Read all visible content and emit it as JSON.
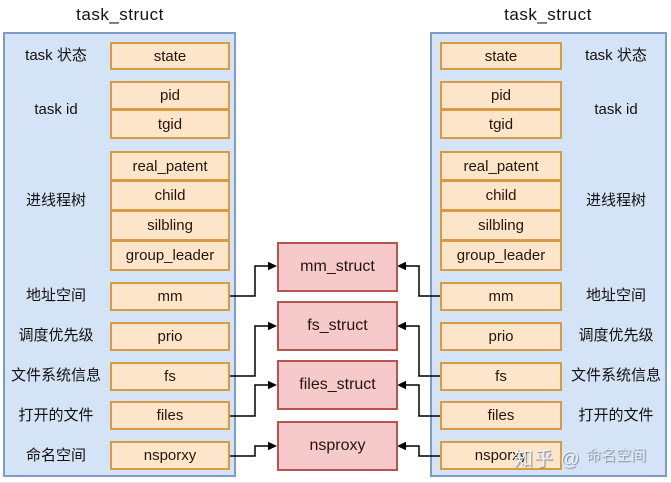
{
  "titles": {
    "left": "task_struct",
    "right": "task_struct"
  },
  "rows": [
    {
      "cn": "task 状态",
      "fields": [
        "state"
      ]
    },
    {
      "cn": "task id",
      "fields": [
        "pid",
        "tgid"
      ]
    },
    {
      "cn": "进线程树",
      "fields": [
        "real_patent",
        "child",
        "silbling",
        "group_leader"
      ]
    },
    {
      "cn": "地址空间",
      "fields": [
        "mm"
      ]
    },
    {
      "cn": "调度优先级",
      "fields": [
        "prio"
      ]
    },
    {
      "cn": "文件系统信息",
      "fields": [
        "fs"
      ]
    },
    {
      "cn": "打开的文件",
      "fields": [
        "files"
      ]
    },
    {
      "cn": "命名空间",
      "fields": [
        "nsporxy"
      ]
    }
  ],
  "shared": [
    {
      "name": "mm_struct"
    },
    {
      "name": "fs_struct"
    },
    {
      "name": "files_struct"
    },
    {
      "name": "nsproxy"
    }
  ],
  "watermark": "知乎 @",
  "colors": {
    "panel_fill": "#d5e3f6",
    "panel_border": "#7d9cc8",
    "field_fill": "#fce5c9",
    "field_border": "#d79b43",
    "struct_fill": "#f6caca",
    "struct_border": "#b85450",
    "arrow": "#000000"
  }
}
